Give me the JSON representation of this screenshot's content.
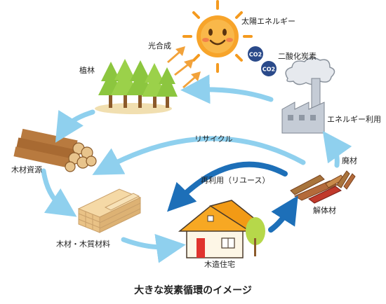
{
  "labels": {
    "sun": "太陽エネルギー",
    "photosynthesis": "光合成",
    "co2_molecule": "CO2",
    "co2": "二酸化炭素",
    "forest": "植林",
    "energy_use": "エネルギー利用",
    "waste_wood": "廃材",
    "recycle": "リサイクル",
    "reuse": "再利用（リユース）",
    "timber_resource": "木材資源",
    "dismantled_wood": "解体材",
    "wood_materials": "木材・木質材料",
    "wooden_house": "木造住宅"
  },
  "caption": "大きな炭素循環のイメージ",
  "colors": {
    "cycle_arrow": "#8fd0ee",
    "reuse_arrow": "#1d6fb8",
    "sun": "#f49a1f",
    "sunlight_arrow": "#f2a23a",
    "tree": "#8cc63f",
    "roof": "#f7a823",
    "co2_bubble": "#2a4a8a"
  }
}
